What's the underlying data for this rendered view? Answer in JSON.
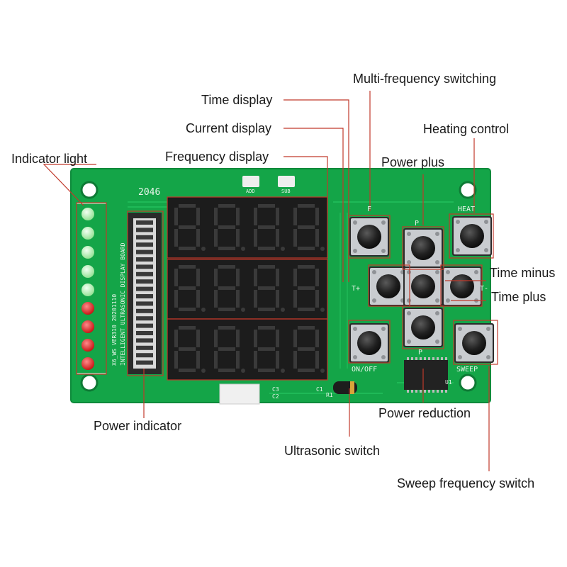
{
  "labels": {
    "multi_frequency": "Multi-frequency switching",
    "time_display": "Time display",
    "current_display": "Current display",
    "heating_control": "Heating control",
    "frequency_display": "Frequency display",
    "indicator_light": "Indicator light",
    "power_plus": "Power plus",
    "time_minus": "Time minus",
    "time_plus": "Time plus",
    "power_reduction": "Power reduction",
    "power_indicator": "Power indicator",
    "ultrasonic_switch": "Ultrasonic switch",
    "sweep_frequency": "Sweep frequency switch"
  },
  "board": {
    "silkscreen_code": "2046",
    "vertical_text_1": "INTELLIGENT ULTRASONIC DISPLAY BOARD",
    "vertical_text_2": "X6_WS VER310 20201110",
    "btn_heat": "HEAT",
    "btn_onoff": "ON/OFF",
    "btn_sweep": "SWEEP",
    "btn_f": "F",
    "btn_p_top": "P",
    "btn_p_bottom": "P",
    "btn_t_plus": "T+",
    "btn_t_minus": "T-",
    "add_label": "ADD",
    "sub_label": "SUB",
    "c1": "C1",
    "c2": "C2",
    "c3": "C3",
    "r1": "R1",
    "u1": "U1"
  },
  "colors": {
    "pcb": "#14a548",
    "pcb_dark": "#0e8a3b",
    "display_body": "#1c1c1c",
    "segment_off": "#3a3a3a",
    "leader_line": "#c0392b",
    "led_green": "#b9f0b9",
    "led_red": "#e01818"
  }
}
